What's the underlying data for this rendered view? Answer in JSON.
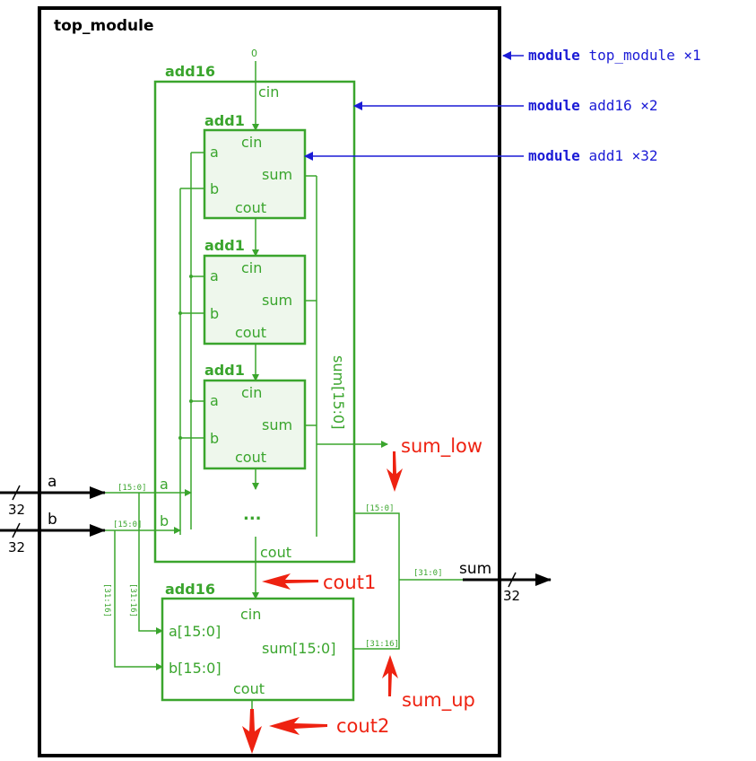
{
  "top": {
    "title": "top_module"
  },
  "constant_in": "0",
  "upper_adder": {
    "title": "add16",
    "cin": "cin",
    "cout": "cout",
    "in_a": "a",
    "in_b": "b",
    "sum_bus": "sum[15:0]",
    "ellipsis": "...",
    "cells": [
      {
        "title": "add1",
        "cin": "cin",
        "a": "a",
        "b": "b",
        "sum": "sum",
        "cout": "cout"
      },
      {
        "title": "add1",
        "cin": "cin",
        "a": "a",
        "b": "b",
        "sum": "sum",
        "cout": "cout"
      },
      {
        "title": "add1",
        "cin": "cin",
        "a": "a",
        "b": "b",
        "sum": "sum",
        "cout": "cout"
      }
    ]
  },
  "lower_adder": {
    "title": "add16",
    "cin": "cin",
    "a": "a[15:0]",
    "b": "b[15:0]",
    "sum": "sum[15:0]",
    "cout": "cout"
  },
  "ports": {
    "a": "a",
    "b": "b",
    "sum": "sum",
    "width_a": "32",
    "width_b": "32",
    "width_sum": "32"
  },
  "slices": {
    "a_low": "[15:0]",
    "b_low": "[15:0]",
    "a_high": "[31:16]",
    "b_high": "[31:16]",
    "sum_low": "[15:0]",
    "sum_high": "[31:16]",
    "sum_full": "[31:0]"
  },
  "legend": [
    {
      "keyword": "module",
      "name": "top_module",
      "count": "×1"
    },
    {
      "keyword": "module",
      "name": "add16",
      "count": "×2"
    },
    {
      "keyword": "module",
      "name": "add1",
      "count": "×32"
    }
  ],
  "annotations": {
    "sum_low": "sum_low",
    "cout1": "cout1",
    "sum_up": "sum_up",
    "cout2": "cout2"
  },
  "colors": {
    "module_green": "#3aa52d",
    "cell_fill": "#eef7ec",
    "legend_blue": "#1b1bd6",
    "annotation_red": "#ee2211"
  }
}
